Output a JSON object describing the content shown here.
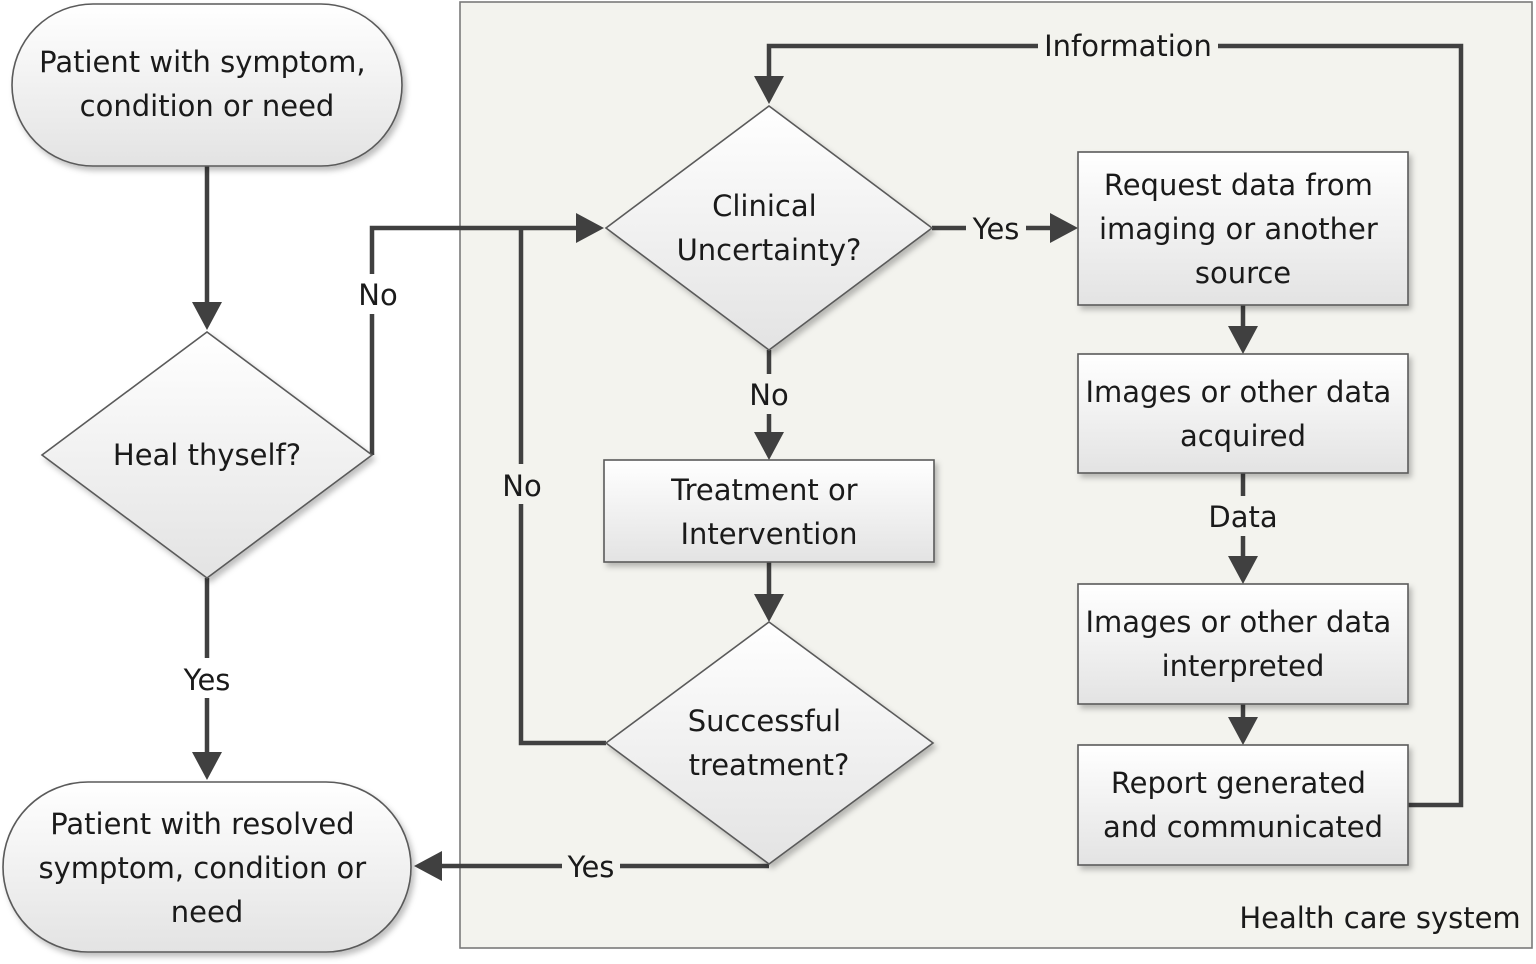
{
  "container": {
    "label": "Health care system"
  },
  "nodes": {
    "start": {
      "lines": [
        "Patient with symptom,",
        "condition  or need"
      ]
    },
    "heal": {
      "lines": [
        "Heal thyself?"
      ]
    },
    "clinical": {
      "lines": [
        "Clinical",
        "Uncertainty?"
      ]
    },
    "treatment": {
      "lines": [
        "Treatment or",
        "Intervention"
      ]
    },
    "successful": {
      "lines": [
        "Successful",
        "treatment?"
      ]
    },
    "end": {
      "lines": [
        "Patient with resolved",
        "symptom, condition or",
        "need"
      ]
    },
    "request": {
      "lines": [
        "Request data from",
        "imaging or another",
        "source"
      ]
    },
    "acquired": {
      "lines": [
        "Images or other data",
        "acquired"
      ]
    },
    "interpreted": {
      "lines": [
        "Images or other data",
        "interpreted"
      ]
    },
    "report": {
      "lines": [
        "Report generated",
        "and communicated"
      ]
    }
  },
  "edge_labels": {
    "heal_no": "No",
    "heal_yes": "Yes",
    "clinical_yes": "Yes",
    "clinical_no": "No",
    "success_no": "No",
    "success_yes": "Yes",
    "data": "Data",
    "information": "Information"
  },
  "colors": {
    "container_fill": "#f3f3ee",
    "node_fill_top": "#ffffff",
    "node_fill_bottom": "#e4e4e4",
    "connector": "#404040"
  }
}
